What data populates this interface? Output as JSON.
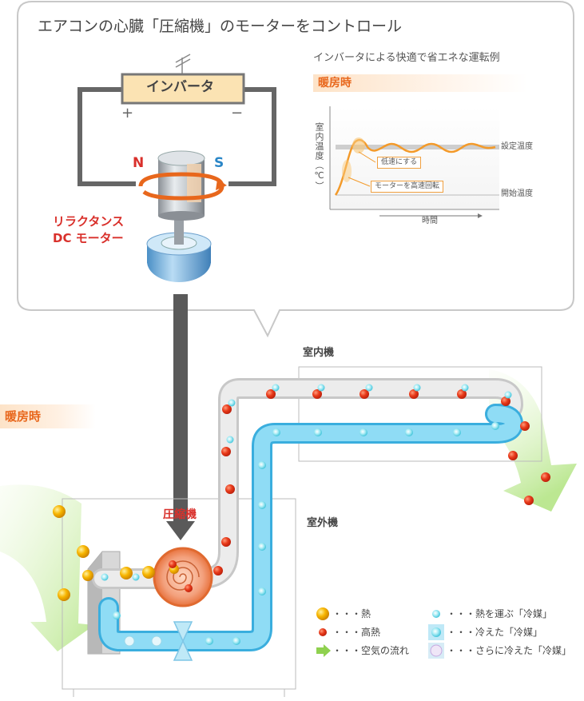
{
  "title": "エアコンの心臓「圧縮機」のモーターをコントロール",
  "chart_subtitle": "インバータによる快適で省エネな運転例",
  "mode_label": "暖房時",
  "inverter": {
    "label": "インバータ",
    "plus": "+",
    "minus": "−"
  },
  "motor": {
    "n_pole": "N",
    "s_pole": "S",
    "name_line1": "リラクタンス",
    "name_line2": "DC モーター"
  },
  "chart": {
    "y_label": "室内温度（℃）",
    "x_label": "時間",
    "setpoint_label": "設定温度",
    "start_label": "開始温度",
    "callout_low": "低速にする",
    "callout_high": "モーターを高速回転"
  },
  "units": {
    "indoor": "室内機",
    "outdoor": "室外機",
    "compressor": "圧縮機"
  },
  "legend": [
    {
      "icon": "heat",
      "text": "・・・熱"
    },
    {
      "icon": "high-heat",
      "text": "・・・高熱"
    },
    {
      "icon": "airflow",
      "text": "・・・空気の流れ"
    },
    {
      "icon": "refrigerant",
      "text": "・・・熱を運ぶ「冷媒」"
    },
    {
      "icon": "cooled-refrigerant",
      "text": "・・・冷えた「冷媒」"
    },
    {
      "icon": "colder-refrigerant",
      "text": "・・・さらに冷えた「冷媒」"
    }
  ],
  "colors": {
    "accent_orange": "#e8671c",
    "red": "#d9302b",
    "blue_pole": "#2a86c7",
    "pipe_blue": "#5ec5ee",
    "pipe_gray": "#dcdcdc",
    "air_green": "#c8eda0"
  }
}
